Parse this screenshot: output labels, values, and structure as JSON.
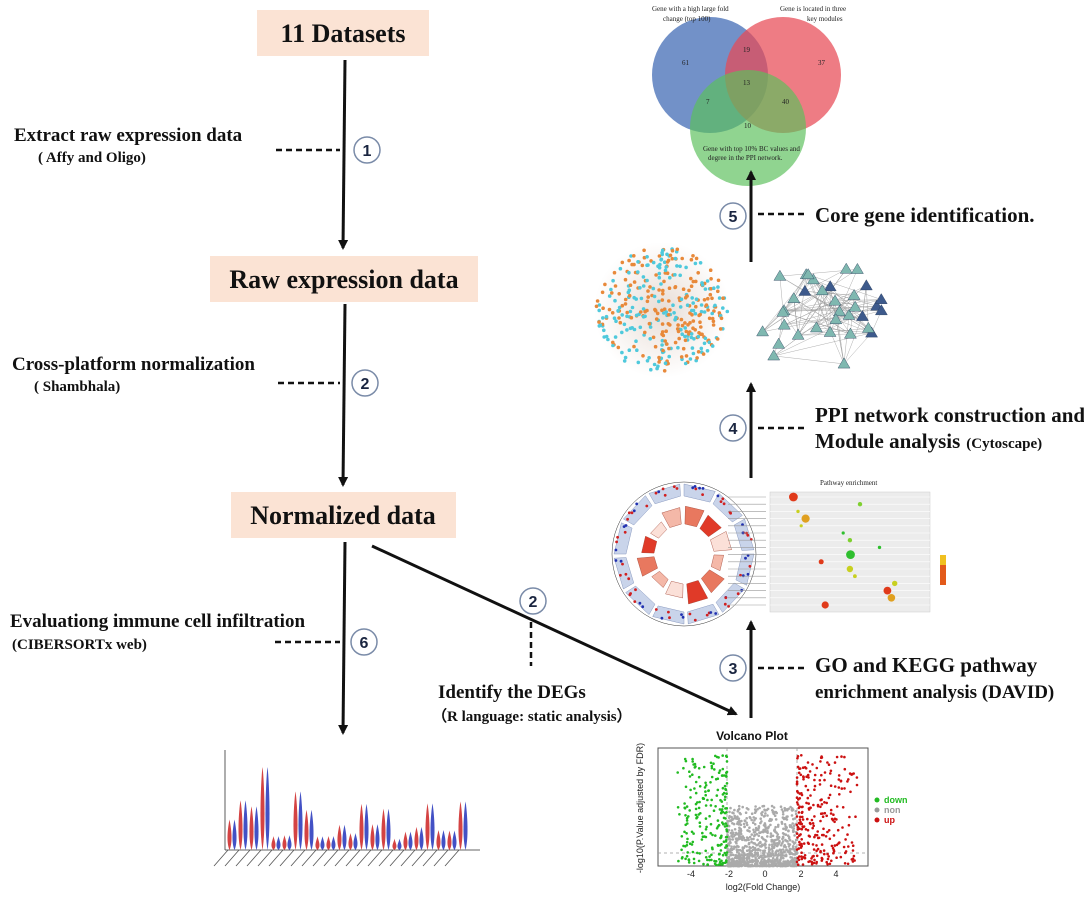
{
  "boxes": {
    "datasets": "11 Datasets",
    "raw": "Raw expression data",
    "normalized": "Normalized data"
  },
  "steps": {
    "step1": {
      "number": "1",
      "title": "Extract raw expression data",
      "sub": "( Affy and Oligo)"
    },
    "step2a": {
      "number": "2",
      "title": "Cross-platform normalization",
      "sub": "( Shambhala)"
    },
    "step6": {
      "number": "6",
      "title": "Evaluationg immune cell infiltration",
      "sub": "(CIBERSORTx web)"
    },
    "step2b": {
      "number": "2",
      "title": "Identify the DEGs",
      "sub": "（R language: static analysis）"
    },
    "step3": {
      "number": "3",
      "title": "GO and KEGG pathway",
      "sub": "enrichment analysis (DAVID)"
    },
    "step4": {
      "number": "4",
      "title": "PPI network construction and",
      "sub_bold": "Module analysis",
      "sub": "(Cytoscape)"
    },
    "step5": {
      "number": "5",
      "title": "Core gene identification."
    }
  },
  "venn": {
    "label_left": [
      "Gene with a high large fold",
      "change (top 100)"
    ],
    "label_right": [
      "Gene is located in three",
      "key modules"
    ],
    "label_bottom": [
      "Gene with top 10% BC values and",
      "degree in the PPI network."
    ],
    "counts": {
      "left_only": "61",
      "right_only": "37",
      "bottom_only": "10",
      "left_right": "19",
      "left_bottom": "7",
      "right_bottom": "40",
      "center": "13"
    },
    "colors": {
      "left": "#4a72b8",
      "right": "#e84a55",
      "bottom": "#5cc05c"
    }
  },
  "volcano": {
    "title": "Volcano Plot",
    "xlabel": "log2(Fold Change)",
    "ylabel": "-log10(P.Value adjusted by FDR)",
    "xticks": [
      "-4",
      "-2",
      "0",
      "2",
      "4"
    ],
    "legend": [
      {
        "label": "down",
        "color": "#22bb22"
      },
      {
        "label": "non",
        "color": "#999999"
      },
      {
        "label": "up",
        "color": "#cc1111"
      }
    ]
  },
  "enrichment": {
    "title": "Pathway enrichment"
  }
}
